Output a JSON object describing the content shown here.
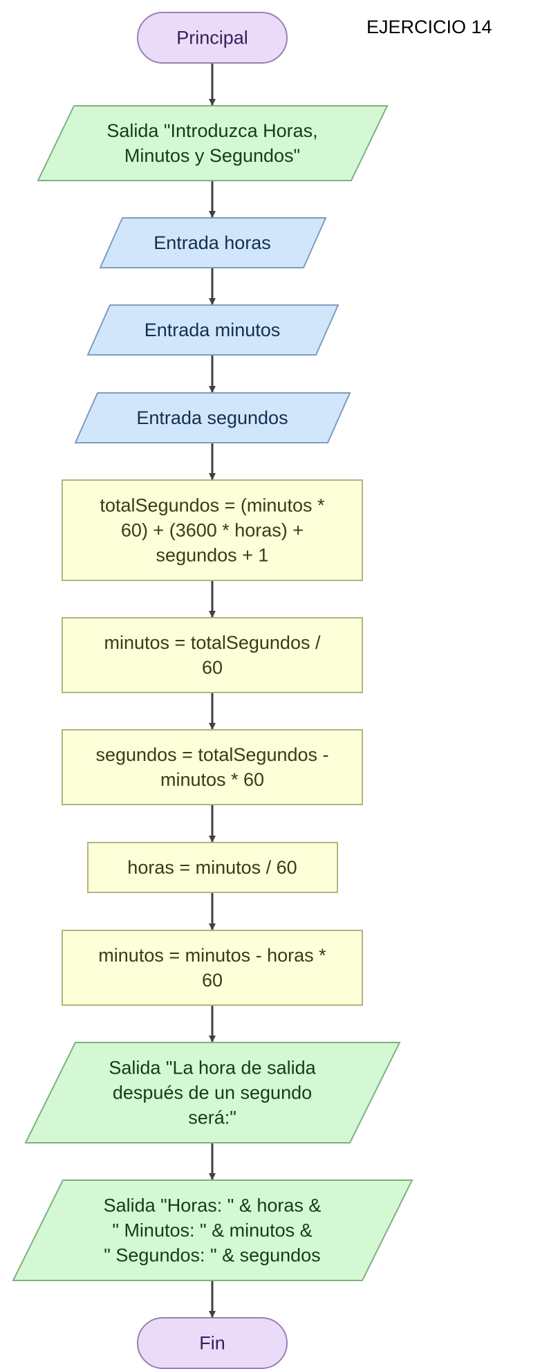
{
  "title": "EJERCICIO 14",
  "colors": {
    "terminal_fill": "#eadcf8",
    "terminal_stroke": "#9a7fb3",
    "terminal_text": "#3a1d5a",
    "output_fill": "#d4f8d4",
    "output_stroke": "#7fb07f",
    "output_text": "#143d14",
    "input_fill": "#d2e6fb",
    "input_stroke": "#7f9cbc",
    "input_text": "#12304f",
    "process_fill": "#fdffd8",
    "process_stroke": "#b3b37f",
    "process_text": "#3a3a14",
    "arrow": "#3f3f3f"
  },
  "nodes": [
    {
      "id": "start",
      "type": "terminal",
      "lines": [
        "Principal"
      ]
    },
    {
      "id": "out1",
      "type": "output",
      "lines": [
        "Salida \"Introduzca Horas,",
        "Minutos y Segundos\""
      ]
    },
    {
      "id": "in-horas",
      "type": "input",
      "lines": [
        "Entrada horas"
      ]
    },
    {
      "id": "in-minutos",
      "type": "input",
      "lines": [
        "Entrada minutos"
      ]
    },
    {
      "id": "in-segundos",
      "type": "input",
      "lines": [
        "Entrada segundos"
      ]
    },
    {
      "id": "p1",
      "type": "process",
      "lines": [
        "totalSegundos = (minutos *",
        "60) + (3600 * horas) +",
        "segundos + 1"
      ]
    },
    {
      "id": "p2",
      "type": "process",
      "lines": [
        "minutos = totalSegundos /",
        "60"
      ]
    },
    {
      "id": "p3",
      "type": "process",
      "lines": [
        "segundos = totalSegundos -",
        "minutos * 60"
      ]
    },
    {
      "id": "p4",
      "type": "process",
      "lines": [
        "horas = minutos / 60"
      ]
    },
    {
      "id": "p5",
      "type": "process",
      "lines": [
        "minutos = minutos - horas *",
        "60"
      ]
    },
    {
      "id": "out2",
      "type": "output",
      "lines": [
        "Salida \"La hora de salida",
        "después de un segundo",
        "será:\""
      ]
    },
    {
      "id": "out3",
      "type": "output",
      "lines": [
        "Salida \"Horas: \" & horas &",
        "\" Minutos: \" & minutos &",
        "\" Segundos: \" & segundos"
      ]
    },
    {
      "id": "end",
      "type": "terminal",
      "lines": [
        "Fin"
      ]
    }
  ]
}
